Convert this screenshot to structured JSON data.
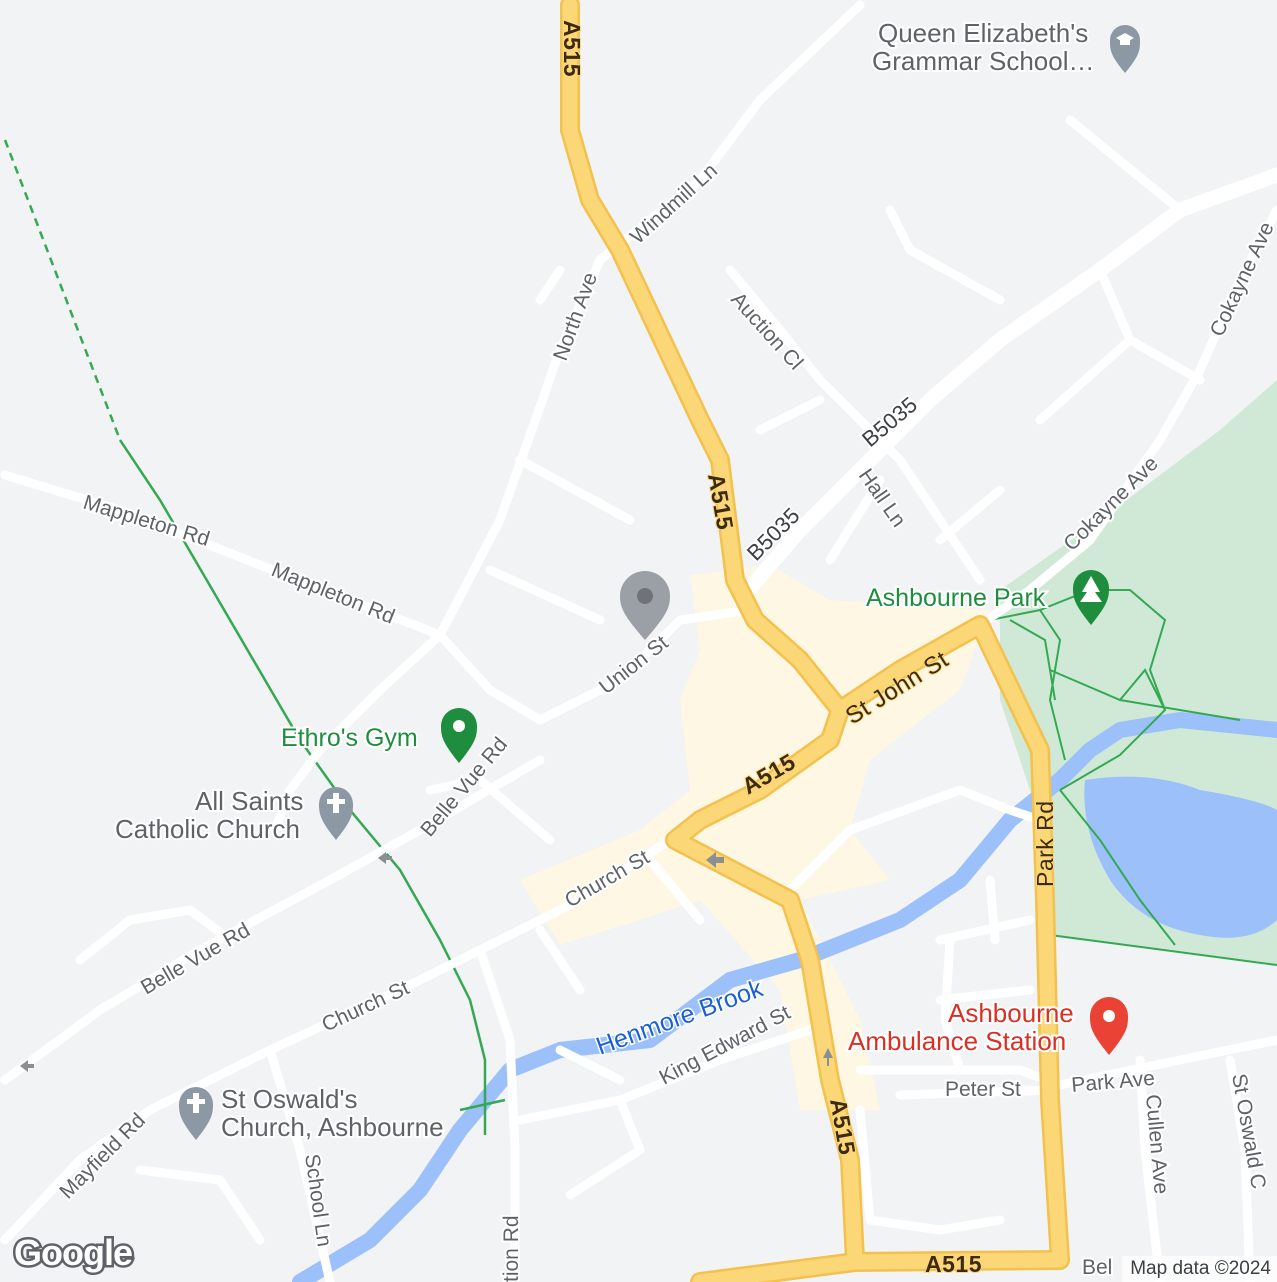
{
  "map": {
    "roads": {
      "a515_1": "A515",
      "a515_2": "A515",
      "a515_3": "A515",
      "a515_4": "A515",
      "a515_5": "A515",
      "b5035_1": "B5035",
      "b5035_2": "B5035",
      "windmill_ln": "Windmill Ln",
      "north_ave": "North Ave",
      "auction_cl": "Auction Cl",
      "hall_ln": "Hall Ln",
      "cokayne_ave_1": "Cokayne Ave",
      "cokayne_ave_2": "Cokayne Ave",
      "mappleton_rd_1": "Mappleton Rd",
      "mappleton_rd_2": "Mappleton Rd",
      "union_st": "Union St",
      "st_john_st": "St John St",
      "belle_vue_rd_1": "Belle Vue Rd",
      "belle_vue_rd_2": "Belle Vue Rd",
      "church_st_1": "Church St",
      "church_st_2": "Church St",
      "king_edward_st": "King Edward St",
      "park_rd": "Park Rd",
      "park_ave": "Park Ave",
      "peter_st": "Peter St",
      "cullen_ave": "Cullen Ave",
      "st_oswald": "St Oswald C",
      "mayfield_rd": "Mayfield Rd",
      "school_ln": "School Ln",
      "station_rd": "tion Rd",
      "bel": "Bel"
    },
    "water": {
      "henmore_brook": "Henmore Brook"
    },
    "pois": {
      "queen_elizabeth_1": "Queen Elizabeth's",
      "queen_elizabeth_2": "Grammar School…",
      "ashbourne_park": "Ashbourne Park",
      "ethros_gym": "Ethro's Gym",
      "all_saints_1": "All Saints",
      "all_saints_2": "Catholic Church",
      "st_oswalds_1": "St Oswald's",
      "st_oswalds_2": "Church, Ashbourne",
      "ambulance_1": "Ashbourne",
      "ambulance_2": "Ambulance Station"
    },
    "colors": {
      "background": "#f1f3f4",
      "road": "#ffffff",
      "major_road": "#fcd777",
      "park": "#cfe9d6",
      "water": "#9cc0f9",
      "town_centre": "#fdf7e3"
    }
  },
  "attribution": "Map data ©2024",
  "logo": "Google"
}
